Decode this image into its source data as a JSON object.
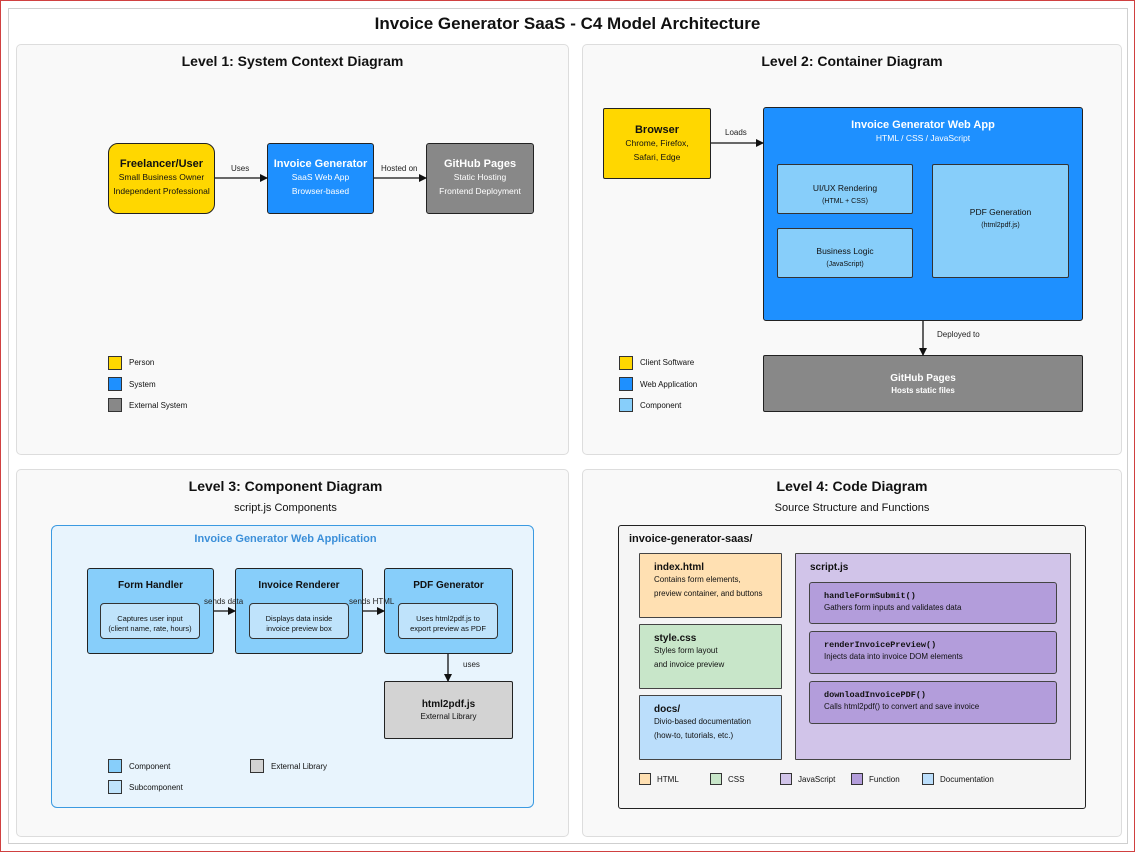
{
  "title": "Invoice Generator SaaS - C4 Model Architecture",
  "colors": {
    "person": "#ffd700",
    "system": "#1e90ff",
    "external": "#888888",
    "component": "#87cefa",
    "external_lib": "#d3d3d3",
    "html": "#ffe0b2",
    "css": "#c8e6c9",
    "javascript": "#d1c4e9",
    "function": "#b39ddb",
    "documentation": "#bbdefb"
  },
  "level1": {
    "title": "Level 1: System Context Diagram",
    "person": {
      "title": "Freelancer/User",
      "line1": "Small Business Owner",
      "line2": "Independent Professional"
    },
    "system": {
      "title": "Invoice Generator",
      "line1": "SaaS Web App",
      "line2": "Browser-based"
    },
    "external": {
      "title": "GitHub Pages",
      "line1": "Static Hosting",
      "line2": "Frontend Deployment"
    },
    "edge_uses": "Uses",
    "edge_hosted": "Hosted on",
    "legend": [
      "Person",
      "System",
      "External System"
    ]
  },
  "level2": {
    "title": "Level 2: Container Diagram",
    "browser": {
      "title": "Browser",
      "line1": "Chrome, Firefox,",
      "line2": "Safari, Edge"
    },
    "webapp": {
      "title": "Invoice Generator Web App",
      "line1": "HTML / CSS / JavaScript"
    },
    "ui": {
      "title": "UI/UX Rendering",
      "line1": "(HTML + CSS)"
    },
    "logic": {
      "title": "Business Logic",
      "line1": "(JavaScript)"
    },
    "pdf": {
      "title": "PDF Generation",
      "line1": "(html2pdf.js)"
    },
    "github": {
      "title": "GitHub Pages",
      "line1": "Hosts static files"
    },
    "edge_loads": "Loads",
    "edge_deployed": "Deployed to",
    "legend": [
      "Client Software",
      "Web Application",
      "Component"
    ]
  },
  "level3": {
    "title": "Level 3: Component Diagram",
    "subtitle": "script.js Components",
    "container_title": "Invoice Generator Web Application",
    "form": {
      "title": "Form Handler",
      "line1": "Captures user input",
      "line2": "(client name, rate, hours)"
    },
    "renderer": {
      "title": "Invoice Renderer",
      "line1": "Displays data inside",
      "line2": "invoice preview box"
    },
    "pdfgen": {
      "title": "PDF Generator",
      "line1": "Uses html2pdf.js to",
      "line2": "export preview as PDF"
    },
    "lib": {
      "title": "html2pdf.js",
      "line1": "External Library"
    },
    "edge_sends_data": "sends data",
    "edge_sends_html": "sends HTML",
    "edge_uses": "uses",
    "legend": [
      "Component",
      "Subcomponent",
      "External Library"
    ]
  },
  "level4": {
    "title": "Level 4: Code Diagram",
    "subtitle": "Source Structure and Functions",
    "root": "invoice-generator-saas/",
    "index": {
      "title": "index.html",
      "line1": "Contains form elements,",
      "line2": "preview container, and buttons"
    },
    "style": {
      "title": "style.css",
      "line1": "Styles form layout",
      "line2": "and invoice preview"
    },
    "docs": {
      "title": "docs/",
      "line1": "Divio-based documentation",
      "line2": "(how-to, tutorials, etc.)"
    },
    "script": {
      "title": "script.js"
    },
    "fn1": {
      "title": "handleFormSubmit()",
      "line1": "Gathers form inputs and validates data"
    },
    "fn2": {
      "title": "renderInvoicePreview()",
      "line1": "Injects data into invoice DOM elements"
    },
    "fn3": {
      "title": "downloadInvoicePDF()",
      "line1": "Calls html2pdf() to convert and save invoice"
    },
    "legend": [
      "HTML",
      "CSS",
      "JavaScript",
      "Function",
      "Documentation"
    ]
  }
}
